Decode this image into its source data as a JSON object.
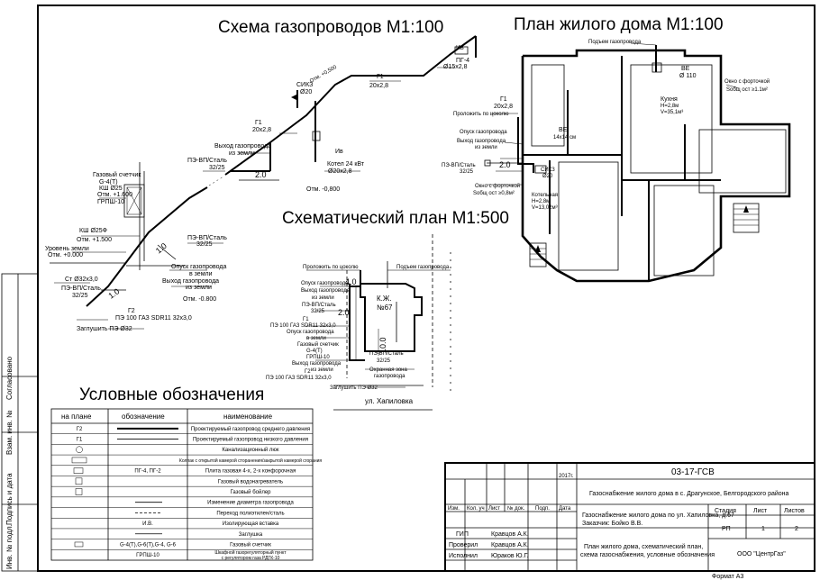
{
  "titles": {
    "scheme": "Схема газопроводов М1:100",
    "house_plan": "План жилого дома М1:100",
    "site_plan": "Схематический план М1:500",
    "legend": "Условные обозначения"
  },
  "scheme": {
    "iv": "Ив",
    "pg4": "ПГ-4",
    "d15": "Ø15х2,8",
    "g1a": "Г1",
    "g1a_d": "20х2,8",
    "otm": "Отм. +0,500",
    "sikz": "СИКЗ",
    "sikz_d": "Ø20",
    "g1b": "Г1",
    "g1b_d": "20х2,8",
    "exit": "Выход газопровода",
    "exit2": "из земли",
    "pe": "ПЭ-ВП/Сталь",
    "pe_d": "32/25",
    "dim": "2.0",
    "iv2": "Ив",
    "kotel": "Котел 24 кВт",
    "kotel_d": "Ø20х2,8",
    "otm2": "Отм. -0,800",
    "meter": "Газовый счетчик",
    "meter_g": "G-4(Т)",
    "ksh": "КШ Ø25",
    "otm_m": "Отм. +1.600",
    "grpsh": "ГРПШ-10",
    "ksh2": "КШ Ø25Ф",
    "otm_k": "Отм. +1.500",
    "ground": "Уровень земли",
    "ground_o": "Отм. +0.000",
    "st": "Ст Ø32х3,0",
    "pe2": "ПЭ-ВП/Сталь",
    "pe2_d": "32/25",
    "dim2": "1.0",
    "dim3": "1.0",
    "pe3": "ПЭ-ВП/Сталь",
    "pe3_d": "32/25",
    "drop": "Опуск газопровода",
    "drop2": "в земли",
    "exit3": "Выход газопровода",
    "exit4": "из земли",
    "otm3": "Отм. -0.800",
    "g2": "Г2",
    "g2_d": "ПЭ 100 ГАЗ SDR11 32х3,0",
    "cap": "Заглушить ПЭ Ø32"
  },
  "house": {
    "rise": "Подъем газопровода",
    "ve1": "ВЕ",
    "ve1_d": "Ø 110",
    "window1": "Окно с форточкой",
    "window1_d": "Sобщ ост ≥1.1м²",
    "kitchen": "Кухня",
    "kitchen_h": "Н=2,8м",
    "kitchen_v": "V=35,1м³",
    "g1": "Г1",
    "g1_d": "20х2,8",
    "lay": "Проложить по цоколю",
    "ve2": "ВЕ",
    "ve2_d": "14х14 см",
    "drop": "Опуск газопровода",
    "exit": "Выход газопровода",
    "exit2": "из земли",
    "pe": "ПЭ-ВП/Сталь",
    "pe_d": "32/25",
    "dim": "2.0",
    "sikz": "СИКЗ",
    "sikz_d": "Ø20",
    "window2": "Окно с форточкой",
    "window2_d": "Sобщ ост ≥0,8м²",
    "boiler": "Котельная",
    "boiler_h": "Н=2,8м",
    "boiler_v": "V=13,02м³"
  },
  "site": {
    "lay": "Проложить по цоколю",
    "rise": "Подъем газопровода",
    "dim4": "4.0",
    "drop": "Опуск газопровода",
    "exit": "Выход газопровода",
    "exit2": "из земли",
    "pe": "ПЭ-ВП/Сталь",
    "pe_d": "32/25",
    "kzh": "К.Ж.",
    "kzh_n": "№67",
    "dim2": "2.0",
    "g1": "Г1",
    "g1_d": "ПЭ 100 ГАЗ SDR11 32х3,0",
    "drop2": "Опуск газопровода",
    "drop2b": "в земли",
    "meter": "Газовый счетчик",
    "meter_g": "G-4(Т)",
    "grpsh": "ГРПШ-10",
    "exit3": "Выход газопровода",
    "exit4": "из земли",
    "pe2": "ПЭ-ВП/Сталь",
    "pe2_d": "32/25",
    "dim10": "10.0",
    "zone": "Охранная зона",
    "zone2": "газопровода",
    "g2": "Г2",
    "g2_d": "ПЭ 100 ГАЗ SDR11 32х3,0",
    "cap": "Заглушить ПЭ Ø32",
    "street": "ул. Хапиловка"
  },
  "legend": {
    "headers": [
      "на плане",
      "обозначение",
      "наименование"
    ],
    "rows": [
      {
        "plan": "Г2",
        "sym": "",
        "name": "Проектируемый газопровод среднего давления"
      },
      {
        "plan": "Г1",
        "sym": "",
        "name": "Проектируемый газопровод низкого давления"
      },
      {
        "plan": "",
        "sym": "",
        "name": "Канализационный люк"
      },
      {
        "plan": "",
        "sym": "",
        "name": "Колпак с открытой камерой сторанения/закрытой камерой сгорания"
      },
      {
        "plan": "",
        "sym": "ПГ-4, ПГ-2",
        "name": "Плита газовая 4-х, 2-х конфорочная"
      },
      {
        "plan": "",
        "sym": "",
        "name": "Газовый водонагреватель"
      },
      {
        "plan": "",
        "sym": "",
        "name": "Газовый бойлер"
      },
      {
        "plan": "",
        "sym": "",
        "name": "Изменение диаметра газопровода"
      },
      {
        "plan": "",
        "sym": "",
        "name": "Переход полиэтилен/сталь"
      },
      {
        "plan": "",
        "sym": "И.В.",
        "name": "Изолирующая вставка"
      },
      {
        "plan": "",
        "sym": "",
        "name": "Заглушка"
      },
      {
        "plan": "",
        "sym": "G-4(Т),G-6(Т),G-4, G-6",
        "name": "Газовый счетчик"
      },
      {
        "plan": "",
        "sym": "ГРПШ-10",
        "name": "Шкафной газорегуляторный пункт",
        "name2": "с регулятором газа РДГК-10"
      }
    ]
  },
  "side_stamp": [
    "Согласовано",
    "Взам. инв. №",
    "Подпись и дата",
    "Инв. № подл."
  ],
  "stamp": {
    "year": "2017г.",
    "code": "03-17-ГСВ",
    "project": "Газоснабжение жилого дома в с. Драгунское, Белгородского района",
    "cols": [
      "Изм.",
      "Кол. уч",
      "Лист",
      "№ док.",
      "Подп.",
      "Дата"
    ],
    "object": "Газоснабжение жилого дома по ул. Хапиловка, д.67",
    "customer": "Заказчик: Бойко В.В.",
    "stage_h": "Стадия",
    "sheet_h": "Лист",
    "sheets_h": "Листов",
    "stage": "РП",
    "sheet": "1",
    "sheets": "2",
    "roles": [
      {
        "role": "ГИП",
        "name": "Кравцов А.К."
      },
      {
        "role": "Проверил",
        "name": "Кравцов А.К."
      },
      {
        "role": "Исполнил",
        "name": "Юраков Ю.Г."
      }
    ],
    "content": "План жилого дома, схематический план,",
    "content2": "схема газоснабжения, условные обозначения",
    "org": "ООО \"ЦентрГаз\"",
    "format": "Формат А3"
  }
}
